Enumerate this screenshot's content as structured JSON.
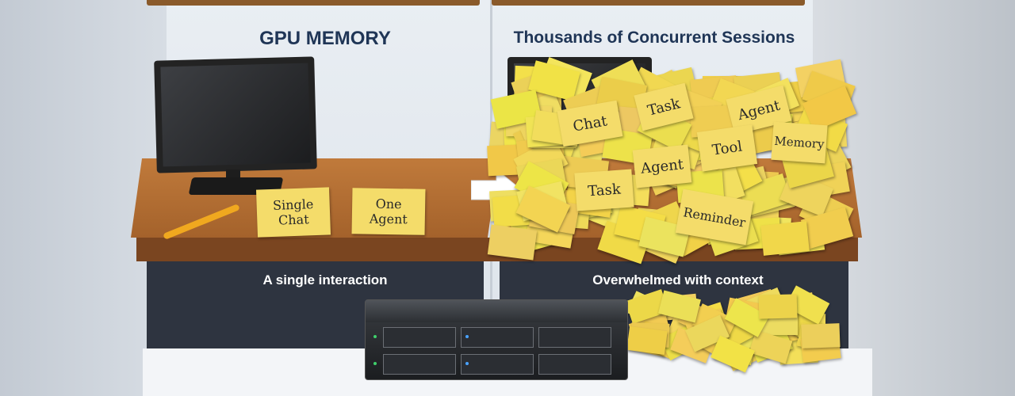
{
  "left_panel": {
    "heading": "GPU MEMORY",
    "caption": "A single interaction",
    "notes": [
      "Single\nChat",
      "One\nAgent"
    ]
  },
  "right_panel": {
    "heading": "Thousands of Concurrent Sessions",
    "caption": "Overwhelmed with context",
    "notes": [
      "Chat",
      "Task",
      "Agent",
      "Tool",
      "Memory",
      "Agent",
      "Task",
      "Reminder"
    ]
  },
  "colors": {
    "heading": "#1f3556",
    "note": "#f4dc6a",
    "desk": "#b06d32",
    "arrow": "#ffffff"
  },
  "icons": {
    "arrow": "arrow-right-icon",
    "server": "server-rack-icon",
    "pen": "pen-icon",
    "monitor": "monitor-icon"
  }
}
